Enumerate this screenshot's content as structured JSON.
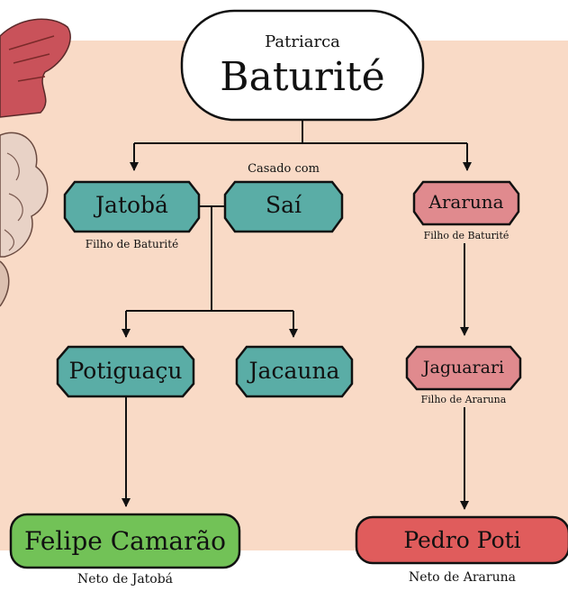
{
  "root": {
    "caption": "Patriarca",
    "name": "Baturité"
  },
  "married_label": "Casado com",
  "nodes": {
    "jatoba": {
      "name": "Jatobá",
      "caption": "Filho de Baturité"
    },
    "sai": {
      "name": "Saí"
    },
    "araruna": {
      "name": "Araruna",
      "caption": "Filho de Baturité"
    },
    "potiguacu": {
      "name": "Potiguaçu"
    },
    "jacauna": {
      "name": "Jacauna"
    },
    "jaguarari": {
      "name": "Jaguarari",
      "caption": "Filho de Araruna"
    },
    "felipe": {
      "name": "Felipe Camarão",
      "caption": "Neto de Jatobá"
    },
    "pedro": {
      "name": "Pedro Poti",
      "caption": "Neto de Araruna"
    }
  },
  "colors": {
    "background": "#f9dac6",
    "teal": "#5aada6",
    "pink": "#e08a8e",
    "green": "#72c257",
    "red": "#e05c5c",
    "stroke": "#111111"
  },
  "illustration": {
    "name": "sketch-illustration"
  }
}
